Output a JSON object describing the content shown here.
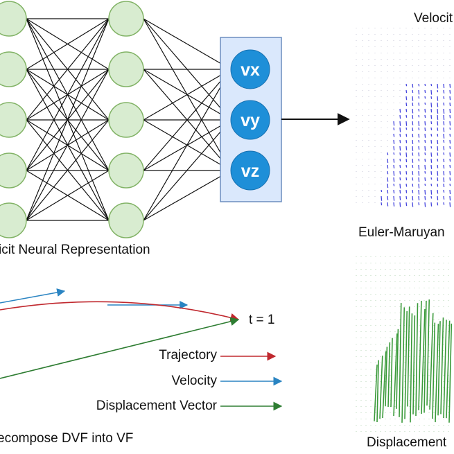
{
  "network": {
    "title": "icit Neural Representation",
    "outputs": [
      "vx",
      "vy",
      "vz"
    ]
  },
  "field_panels": {
    "velocity_title": "Velocit",
    "euler_label": "Euler-Maruyan",
    "displacement_title": "Displacement"
  },
  "decompose": {
    "t_label": "t = 1",
    "caption": "ecompose DVF into VF",
    "legend": [
      {
        "label": "Trajectory",
        "color": "#c0282e"
      },
      {
        "label": "Velocity",
        "color": "#2a84c2"
      },
      {
        "label": "Displacement Vector",
        "color": "#2e7d32"
      }
    ]
  },
  "colors": {
    "node_fill": "#d8ecd0",
    "node_stroke": "#82b366",
    "output_node": "#1e8fd8",
    "output_box_fill": "#dae8fc",
    "output_box_stroke": "#6c8ebf",
    "velocity_field": "#4444dd",
    "displacement_field": "#3a9a3a"
  }
}
